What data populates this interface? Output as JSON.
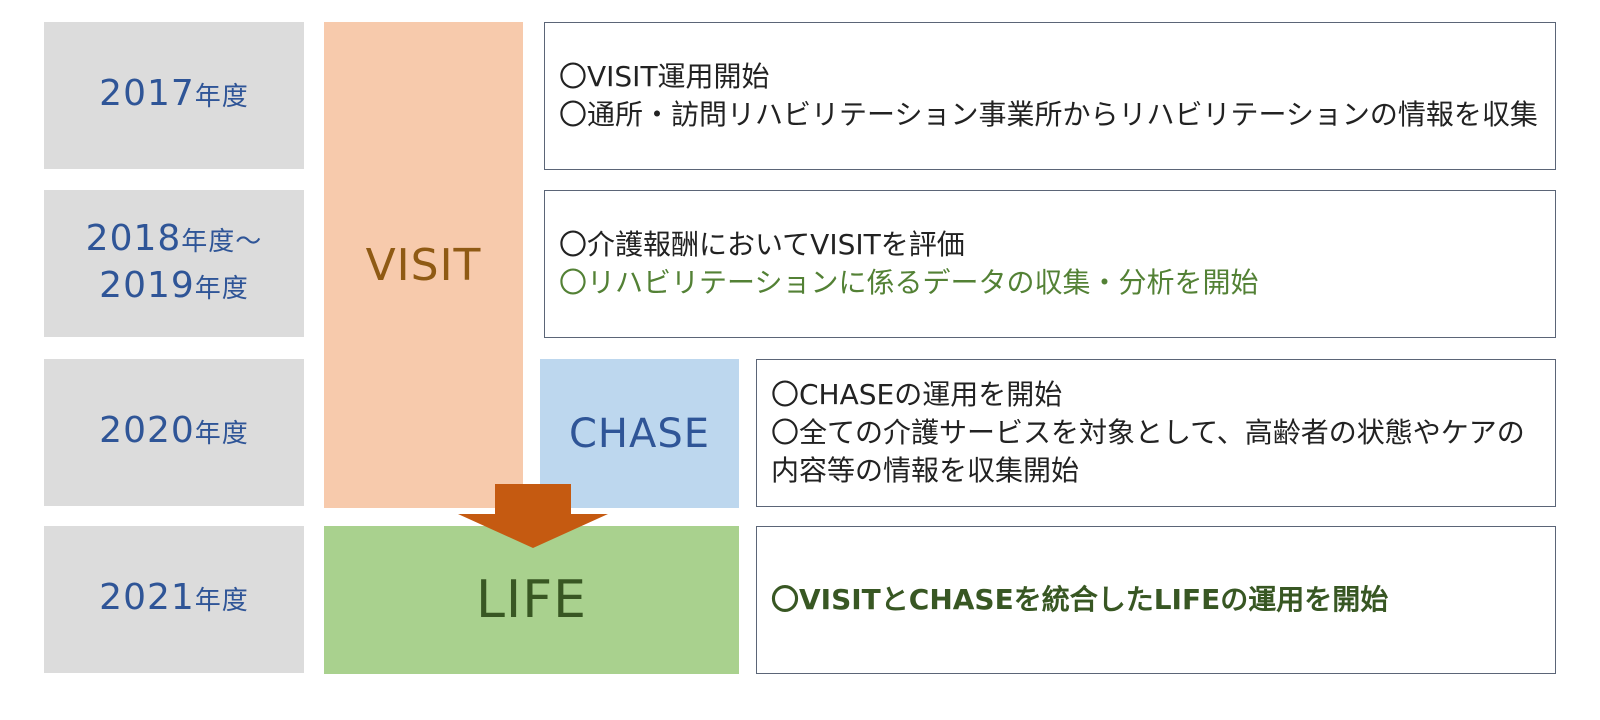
{
  "rows": [
    {
      "year": [
        {
          "num": "2017",
          "suffix": "年度"
        }
      ],
      "lines": [
        "〇VISIT運用開始",
        "〇通所・訪問リハビリテーション事業所からリハビリテーションの情報を収集"
      ]
    },
    {
      "year": [
        {
          "num": "2018",
          "suffix": "年度〜"
        },
        {
          "num": "2019",
          "suffix": "年度"
        }
      ],
      "lines": [
        "〇介護報酬においてVISITを評価",
        "〇リハビリテーションに係るデータの収集・分析を開始"
      ]
    },
    {
      "year": [
        {
          "num": "2020",
          "suffix": "年度"
        }
      ],
      "lines": [
        "〇CHASEの運用を開始",
        "〇全ての介護サービスを対象として、高齢者の状態やケアの内容等の情報を収集開始"
      ]
    },
    {
      "year": [
        {
          "num": "2021",
          "suffix": "年度"
        }
      ],
      "lines": [
        "〇VISITとCHASEを統合したLIFEの運用を開始"
      ]
    }
  ],
  "blocks": {
    "visit": "VISIT",
    "chase": "CHASE",
    "life": "LIFE"
  },
  "colors": {
    "year_bg": "#dcdcdc",
    "year_text": "#2f5597",
    "visit_bg": "#f7caac",
    "chase_bg": "#bdd7ee",
    "life_bg": "#a9d18e",
    "arrow": "#c55a11"
  }
}
